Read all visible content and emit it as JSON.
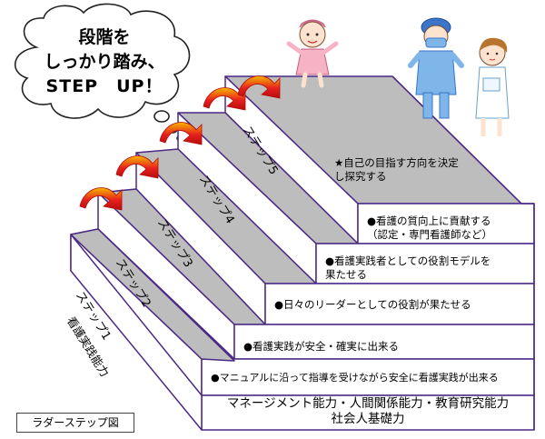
{
  "thought_bubble": {
    "lines": [
      "段階を",
      "しっかり踏み、",
      "STEP　UP！"
    ]
  },
  "steps": [
    {
      "label": "ステップ1",
      "sublabel": "看護実践能力",
      "goal": "●マニュアルに沿って指導を受けながら安全に看護実践が出来る"
    },
    {
      "label": "ステップ2",
      "goal": "●看護実践が安全・確実に出来る"
    },
    {
      "label": "ステップ3",
      "goal": "●日々のリーダーとしての役割が果たせる"
    },
    {
      "label": "ステップ4",
      "goal_lines": [
        "●看護実践者としての役割モデルを",
        "果たせる"
      ]
    },
    {
      "label": "ステップ5",
      "goal_lines": [
        "●看護の質向上に貢献する",
        "（認定・専門看護師など）"
      ]
    }
  ],
  "top_goal": {
    "lines": [
      "★自己の目指す方向を決定",
      "し探究する"
    ]
  },
  "base_foundation": {
    "lines": [
      "マネージメント能力・人間関係能力・教育研究能力",
      "社会人基礎力"
    ]
  },
  "caption": "ラダーステップ図",
  "colors": {
    "outline": "#4b2a86",
    "tread": "#bdbdbd",
    "riser": "#ffffff",
    "arrow_red": "#e8211d",
    "arrow_orange": "#f7b600",
    "cloud_stroke": "#222222"
  },
  "figures": [
    "nurse-child-figure",
    "surgeon-figure",
    "nurse-figure"
  ]
}
